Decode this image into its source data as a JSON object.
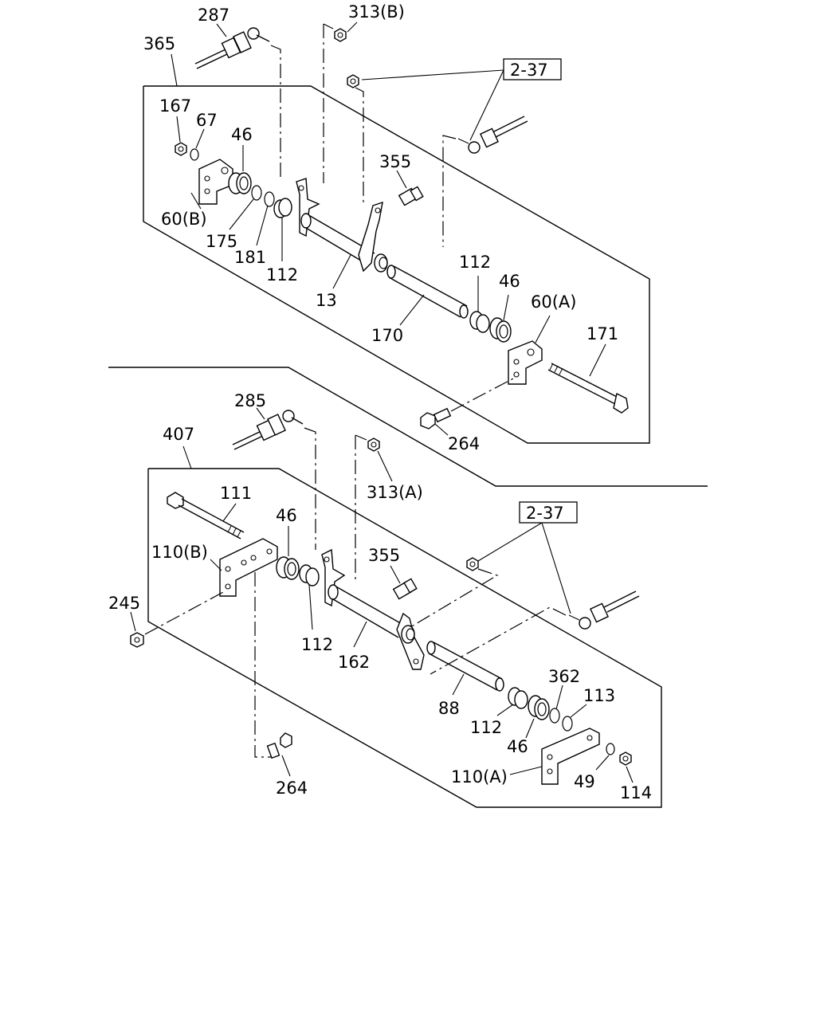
{
  "diagram": {
    "upper_assembly": {
      "labels": {
        "l287": "287",
        "l313b": "313(B)",
        "l365": "365",
        "ref1": "2-37",
        "l167": "167",
        "l67": "67",
        "l46a": "46",
        "l355a": "355",
        "l60b": "60(B)",
        "l175": "175",
        "l181": "181",
        "l112a": "112",
        "l13": "13",
        "l112b": "112",
        "l46b": "46",
        "l60a": "60(A)",
        "l171": "171",
        "l170": "170",
        "l264a": "264"
      }
    },
    "lower_assembly": {
      "labels": {
        "l285": "285",
        "l407": "407",
        "l313a": "313(A)",
        "ref2": "2-37",
        "l111": "111",
        "l46c": "46",
        "l355b": "355",
        "l110b": "110(B)",
        "l245": "245",
        "l112c": "112",
        "l162": "162",
        "l362": "362",
        "l113": "113",
        "l88": "88",
        "l112d": "112",
        "l46d": "46",
        "l110a": "110(A)",
        "l49": "49",
        "l114": "114",
        "l264b": "264"
      }
    }
  }
}
